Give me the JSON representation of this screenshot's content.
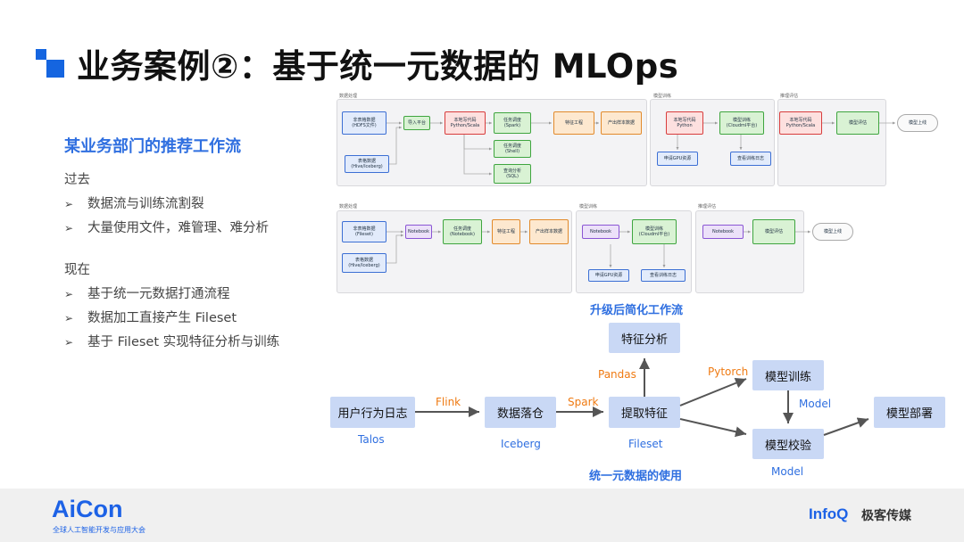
{
  "title": "业务案例②：基于统一元数据的 MLOps",
  "left": {
    "heading": "某业务部门的推荐工作流",
    "past_label": "过去",
    "past_items": [
      "数据流与训练流割裂",
      "大量使用文件，难管理、难分析"
    ],
    "now_label": "现在",
    "now_items": [
      "基于统一元数据打通流程",
      "数据加工直接产生 Fileset",
      "基于 Fileset 实现特征分析与训练"
    ],
    "bullet_glyph": "➢"
  },
  "old_flow": {
    "labels": {
      "data": "数据处理",
      "train": "模型训练",
      "infer": "推理评估"
    },
    "hdfs": "非表格数据\n(HDFS文件)",
    "hive": "表格数据\n(Hive/Iceberg)",
    "import": "导入平台",
    "code1": "本地写代码\nPython/Scala",
    "spark": "任务调度\n(Spark)",
    "shell": "任务调度\n(Shell)",
    "sql": "查询分析\n(SQL)",
    "feature": "特征工程",
    "sample": "产出样本数据",
    "code2": "本地写代码\nPython",
    "train": "模型训练\n(Cloudml平台)",
    "gpu": "申请GPU资源",
    "log": "查看训练日志",
    "code3": "本地写代码\nPython/Scala",
    "eval": "模型评估",
    "deploy": "模型上线"
  },
  "new_flow": {
    "labels": {
      "data": "数据处理",
      "train": "模型训练",
      "infer": "推理评估"
    },
    "fileset": "非表格数据\n(Fileset)",
    "hive": "表格数据\n(Hive/Iceberg)",
    "nb1": "Notebook",
    "sched": "任务调度\n(Notebook)",
    "feature": "特征工程",
    "sample": "产出样本数据",
    "nb2": "Notebook",
    "train": "模型训练\n(Cloudml平台)",
    "gpu": "申请GPU资源",
    "log": "查看训练日志",
    "nb3": "Notebook",
    "eval": "模型评估",
    "deploy": "模型上线"
  },
  "flow": {
    "header": "升级后简化工作流",
    "footer": "统一元数据的使用",
    "user_log": "用户行为日志",
    "data_land": "数据落仓",
    "extract": "提取特征",
    "feature_analysis": "特征分析",
    "train": "模型训练",
    "verify": "模型校验",
    "deploy": "模型部署",
    "edge_flink": "Flink",
    "edge_spark": "Spark",
    "edge_pandas": "Pandas",
    "edge_pytorch": "Pytorch",
    "cap_talos": "Talos",
    "cap_iceberg": "Iceberg",
    "cap_fileset": "Fileset",
    "cap_model1": "Model",
    "cap_model2": "Model"
  },
  "footer": {
    "logo": "AiCon",
    "logo_sub": "全球人工智能开发与应用大会",
    "infoq": "InfoQ",
    "jike": "极客传媒"
  },
  "colors": {
    "accent": "#1565e0",
    "orange": "#ef7a12",
    "box": "#c9d8f5"
  }
}
